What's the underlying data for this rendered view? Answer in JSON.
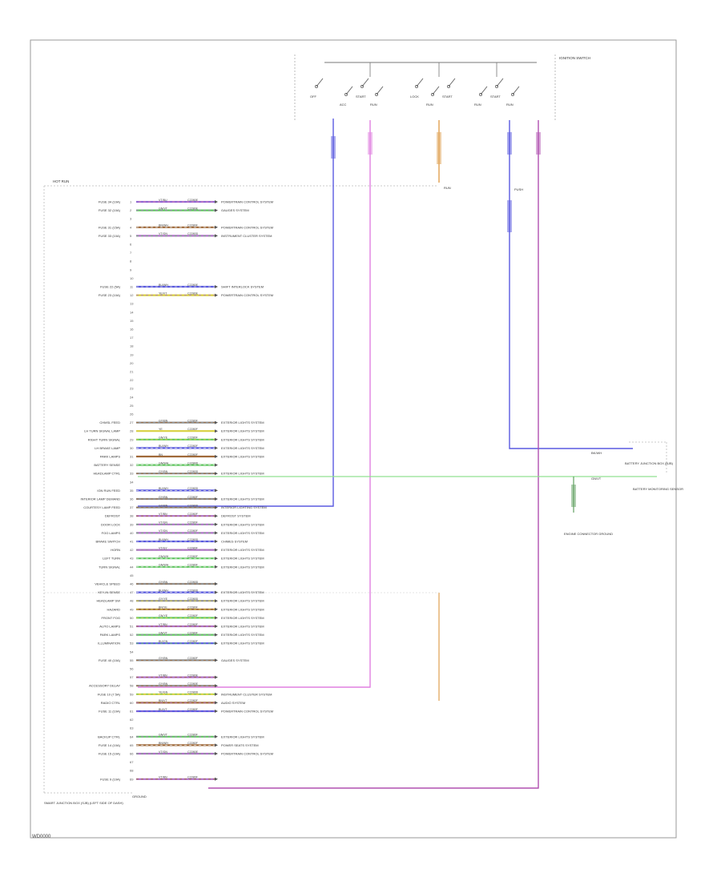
{
  "diagram": {
    "code": "WD0000",
    "switch_title": "IGNITION SWITCH",
    "module_header": "HOT RUN",
    "module_footer": "SMART JUNCTION BOX (SJB) (LEFT SIDE OF DASH)",
    "ground_label": "GROUND",
    "connector_labels": {
      "c1": "C2280D",
      "c2": "C2280E",
      "c3": "C2280F"
    },
    "switch_contacts": [
      {
        "label": "OFF"
      },
      {
        "label": "ACC"
      },
      {
        "label": "START"
      },
      {
        "label": "RUN"
      },
      {
        "label": "LOCK"
      },
      {
        "label": "RUN"
      },
      {
        "label": "START"
      },
      {
        "label": "RUN"
      },
      {
        "label": "START"
      },
      {
        "label": "RUN"
      }
    ],
    "junction_labels": {
      "acc": "RUN",
      "start": "PUSH"
    },
    "battery_wire": "BK/WH",
    "ground_wire": "GN/VT",
    "ground_point": "ENGINE CONNECTOR GROUND",
    "sensor_block": "BATTERY JUNCTION BOX (BJB)",
    "sensor_pin": "BATTERY MONITORING SENSOR",
    "rows": [
      {
        "pin": "1",
        "label": "FUSE 34 (10A)",
        "wire": "VT/BU",
        "term": "C2280E",
        "dest": "POWERTRAIN CONTROL SYSTEM"
      },
      {
        "pin": "2",
        "label": "FUSE 32 (10A)",
        "wire": "GN/VT",
        "term": "C2280E",
        "dest": "GAUGES SYSTEM"
      },
      {
        "pin": "3",
        "label": "",
        "wire": "",
        "term": "",
        "dest": ""
      },
      {
        "pin": "4",
        "label": "FUSE 31 (15A)",
        "wire": "BN/WH",
        "term": "C2280F",
        "dest": "POWERTRAIN CONTROL SYSTEM"
      },
      {
        "pin": "5",
        "label": "FUSE 33 (10A)",
        "wire": "VT/GN",
        "term": "C2280D",
        "dest": "INSTRUMENT CLUSTER SYSTEM"
      },
      {
        "pin": "6",
        "label": "",
        "wire": "",
        "term": "",
        "dest": ""
      },
      {
        "pin": "7",
        "label": "",
        "wire": "",
        "term": "",
        "dest": ""
      },
      {
        "pin": "8",
        "label": "",
        "wire": "",
        "term": "",
        "dest": ""
      },
      {
        "pin": "9",
        "label": "",
        "wire": "",
        "term": "",
        "dest": ""
      },
      {
        "pin": "10",
        "label": "",
        "wire": "",
        "term": "",
        "dest": ""
      },
      {
        "pin": "11",
        "label": "FUSE 22 (5A)",
        "wire": "BU/WH",
        "term": "C2280E",
        "dest": "SHIFT INTERLOCK SYSTEM"
      },
      {
        "pin": "12",
        "label": "FUSE 23 (10A)",
        "wire": "YE/VT",
        "term": "C2280E",
        "dest": "POWERTRAIN CONTROL SYSTEM"
      },
      {
        "pin": "13",
        "label": "",
        "wire": "",
        "term": "",
        "dest": ""
      },
      {
        "pin": "14",
        "label": "",
        "wire": "",
        "term": "",
        "dest": ""
      },
      {
        "pin": "15",
        "label": "",
        "wire": "",
        "term": "",
        "dest": ""
      },
      {
        "pin": "16",
        "label": "",
        "wire": "",
        "term": "",
        "dest": ""
      },
      {
        "pin": "17",
        "label": "",
        "wire": "",
        "term": "",
        "dest": ""
      },
      {
        "pin": "18",
        "label": "",
        "wire": "",
        "term": "",
        "dest": ""
      },
      {
        "pin": "19",
        "label": "",
        "wire": "",
        "term": "",
        "dest": ""
      },
      {
        "pin": "20",
        "label": "",
        "wire": "",
        "term": "",
        "dest": ""
      },
      {
        "pin": "21",
        "label": "",
        "wire": "",
        "term": "",
        "dest": ""
      },
      {
        "pin": "22",
        "label": "",
        "wire": "",
        "term": "",
        "dest": ""
      },
      {
        "pin": "23",
        "label": "",
        "wire": "",
        "term": "",
        "dest": ""
      },
      {
        "pin": "24",
        "label": "",
        "wire": "",
        "term": "",
        "dest": ""
      },
      {
        "pin": "25",
        "label": "",
        "wire": "",
        "term": "",
        "dest": ""
      },
      {
        "pin": "26",
        "label": "",
        "wire": "",
        "term": "",
        "dest": ""
      },
      {
        "pin": "27",
        "label": "CHMSL FEED",
        "wire": "GY/BN",
        "term": "C2280F",
        "dest": "EXTERIOR LIGHTS SYSTEM"
      },
      {
        "pin": "28",
        "label": "LH TURN SIGNAL LAMP",
        "wire": "YE",
        "term": "C2280F",
        "dest": "EXTERIOR LIGHTS SYSTEM"
      },
      {
        "pin": "29",
        "label": "RIGHT TURN SIGNAL",
        "wire": "GN/YE",
        "term": "C2280F",
        "dest": "EXTERIOR LIGHTS SYSTEM"
      },
      {
        "pin": "30",
        "label": "LH BRAKE LAMP",
        "wire": "BU/WH",
        "term": "C2280F",
        "dest": "EXTERIOR LIGHTS SYSTEM"
      },
      {
        "pin": "31",
        "label": "PARK LAMPS",
        "wire": "BN",
        "term": "C2280F",
        "dest": "EXTERIOR LIGHTS SYSTEM"
      },
      {
        "pin": "32",
        "label": "BATTERY SENSE",
        "wire": "GN/WH",
        "term": "C2280D",
        "dest": ""
      },
      {
        "pin": "33",
        "label": "HEADLAMP CTRL",
        "wire": "GY/BN",
        "term": "C2280D",
        "dest": "EXTERIOR LIGHTS SYSTEM"
      },
      {
        "pin": "34",
        "label": "",
        "wire": "",
        "term": "",
        "dest": ""
      },
      {
        "pin": "35",
        "label": "IGN RUN FEED",
        "wire": "BU/WH",
        "term": "C2280D",
        "dest": ""
      },
      {
        "pin": "36",
        "label": "INTERIOR LAMP DEMAND",
        "wire": "GY/BN",
        "term": "C2280F",
        "dest": "EXTERIOR LIGHTS SYSTEM"
      },
      {
        "pin": "37",
        "label": "COURTESY LAMP FEED",
        "wire": "GY/BN",
        "term": "C2280D",
        "dest": "INTERIOR LIGHTING SYSTEM"
      },
      {
        "pin": "38",
        "label": "DEFROST",
        "wire": "VT/BN",
        "term": "C2280F",
        "dest": "DEFROST SYSTEM"
      },
      {
        "pin": "39",
        "label": "DOOR LOCK",
        "wire": "VT/GN",
        "term": "C2280F",
        "dest": "EXTERIOR LIGHTS SYSTEM"
      },
      {
        "pin": "40",
        "label": "FOG LAMPS",
        "wire": "VT/GN",
        "term": "C2280F",
        "dest": "EXTERIOR LIGHTS SYSTEM"
      },
      {
        "pin": "41",
        "label": "BRAKE SWITCH",
        "wire": "BU/WH",
        "term": "C2280D",
        "dest": "CHIMES SYSTEM"
      },
      {
        "pin": "42",
        "label": "HORN",
        "wire": "VT/GY",
        "term": "C2280F",
        "dest": "EXTERIOR LIGHTS SYSTEM"
      },
      {
        "pin": "43",
        "label": "LEFT TURN",
        "wire": "GN/WH",
        "term": "C2280F",
        "dest": "EXTERIOR LIGHTS SYSTEM"
      },
      {
        "pin": "44",
        "label": "TURN SIGNAL",
        "wire": "GN/WH",
        "term": "C2280F",
        "dest": "EXTERIOR LIGHTS SYSTEM"
      },
      {
        "pin": "45",
        "label": "",
        "wire": "",
        "term": "",
        "dest": ""
      },
      {
        "pin": "46",
        "label": "VEHICLE SPEED",
        "wire": "GY/BN",
        "term": "C2280D",
        "dest": ""
      },
      {
        "pin": "47",
        "label": "KEY-IN SENSE",
        "wire": "BU/WH",
        "term": "C2280D",
        "dest": "EXTERIOR LIGHTS SYSTEM"
      },
      {
        "pin": "48",
        "label": "HEADLAMP SW",
        "wire": "GY/YE",
        "term": "C2280D",
        "dest": "EXTERIOR LIGHTS SYSTEM"
      },
      {
        "pin": "49",
        "label": "HAZARD",
        "wire": "BN/YE",
        "term": "C2280F",
        "dest": "EXTERIOR LIGHTS SYSTEM"
      },
      {
        "pin": "50",
        "label": "FRONT FOG",
        "wire": "GN/YE",
        "term": "C2280F",
        "dest": "EXTERIOR LIGHTS SYSTEM"
      },
      {
        "pin": "51",
        "label": "AUTO LAMPS",
        "wire": "VT/BN",
        "term": "C2280F",
        "dest": "EXTERIOR LIGHTS SYSTEM"
      },
      {
        "pin": "52",
        "label": "PARK LAMPS",
        "wire": "GN/VT",
        "term": "C2280F",
        "dest": "EXTERIOR LIGHTS SYSTEM"
      },
      {
        "pin": "53",
        "label": "ILLUMINATION",
        "wire": "BU/GN",
        "term": "C2280F",
        "dest": "EXTERIOR LIGHTS SYSTEM"
      },
      {
        "pin": "54",
        "label": "",
        "wire": "",
        "term": "",
        "dest": ""
      },
      {
        "pin": "55",
        "label": "FUSE 40 (10A)",
        "wire": "GY/BN",
        "term": "C2280F",
        "dest": "GAUGES SYSTEM"
      },
      {
        "pin": "56",
        "label": "",
        "wire": "",
        "term": "",
        "dest": ""
      },
      {
        "pin": "57",
        "label": "",
        "wire": "VT/BN",
        "term": "C2280E",
        "dest": ""
      },
      {
        "pin": "58",
        "label": "ACCESSORY DELAY",
        "wire": "GY/BN",
        "term": "C2280E",
        "dest": ""
      },
      {
        "pin": "59",
        "label": "FUSE 10 (7.5A)",
        "wire": "YE/GN",
        "term": "C2280D",
        "dest": "INSTRUMENT CLUSTER SYSTEM"
      },
      {
        "pin": "60",
        "label": "RADIO CTRL",
        "wire": "BN/VT",
        "term": "C2280F",
        "dest": "AUDIO SYSTEM"
      },
      {
        "pin": "61",
        "label": "FUSE 11 (10A)",
        "wire": "BU/VT",
        "term": "C2280F",
        "dest": "POWERTRAIN CONTROL SYSTEM"
      },
      {
        "pin": "62",
        "label": "",
        "wire": "",
        "term": "",
        "dest": ""
      },
      {
        "pin": "63",
        "label": "",
        "wire": "",
        "term": "",
        "dest": ""
      },
      {
        "pin": "64",
        "label": "BACKUP CTRL",
        "wire": "GN/VT",
        "term": "C2280F",
        "dest": "EXTERIOR LIGHTS SYSTEM"
      },
      {
        "pin": "65",
        "label": "FUSE 14 (10A)",
        "wire": "BN/WH",
        "term": "C2280F",
        "dest": "POWER SEATS SYSTEM"
      },
      {
        "pin": "66",
        "label": "FUSE 15 (10A)",
        "wire": "VT/GN",
        "term": "C2280E",
        "dest": "POWERTRAIN CONTROL SYSTEM"
      },
      {
        "pin": "67",
        "label": "",
        "wire": "",
        "term": "",
        "dest": ""
      },
      {
        "pin": "68",
        "label": "",
        "wire": "",
        "term": "",
        "dest": ""
      },
      {
        "pin": "69",
        "label": "FUSE 9 (10A)",
        "wire": "VT/BN",
        "term": "C2280F",
        "dest": ""
      }
    ]
  }
}
